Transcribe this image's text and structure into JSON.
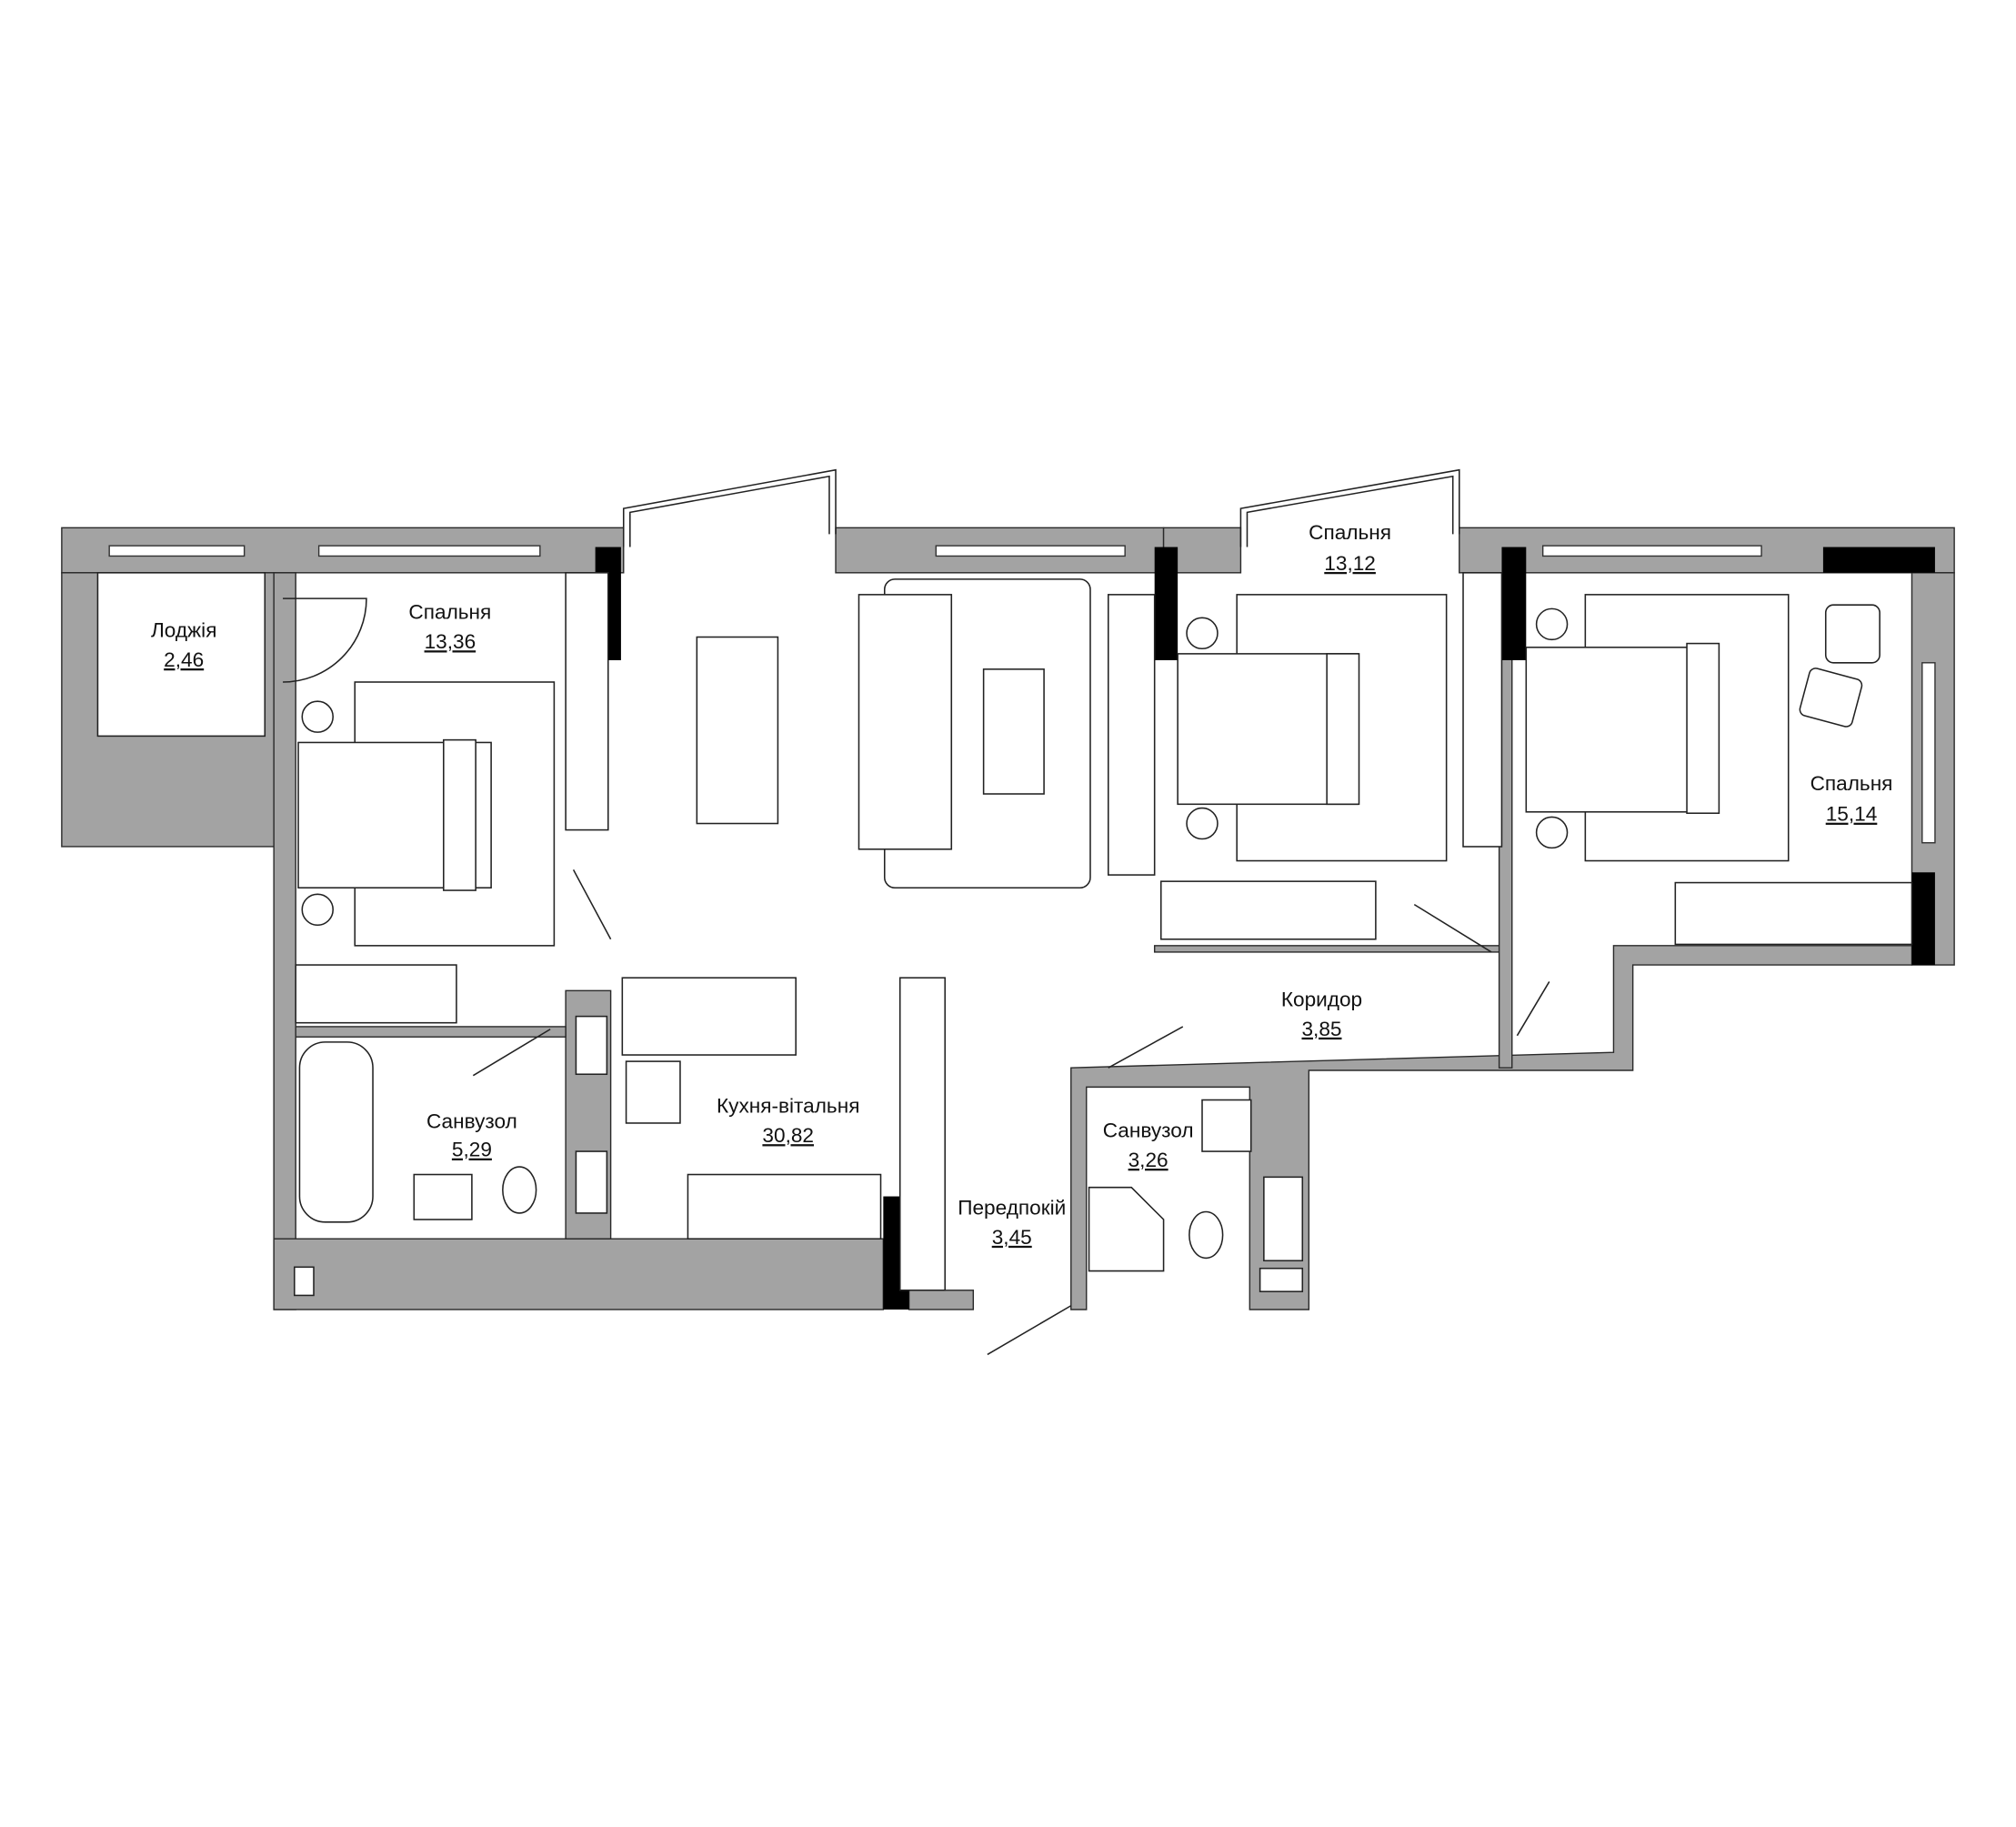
{
  "title": "Floor plan",
  "colors": {
    "wall": "#a3a3a3",
    "column": "#000000",
    "background": "#ffffff"
  },
  "rooms": [
    {
      "name": "Лоджія",
      "area": "2,46"
    },
    {
      "name": "Спальня",
      "area": "13,36"
    },
    {
      "name": "Спальня",
      "area": "13,12"
    },
    {
      "name": "Спальня",
      "area": "15,14"
    },
    {
      "name": "Коридор",
      "area": "3,85"
    },
    {
      "name": "Санвузол",
      "area": "5,29"
    },
    {
      "name": "Кухня-вітальня",
      "area": "30,82"
    },
    {
      "name": "Санвузол",
      "area": "3,26"
    },
    {
      "name": "Передпокій",
      "area": "3,45"
    }
  ]
}
